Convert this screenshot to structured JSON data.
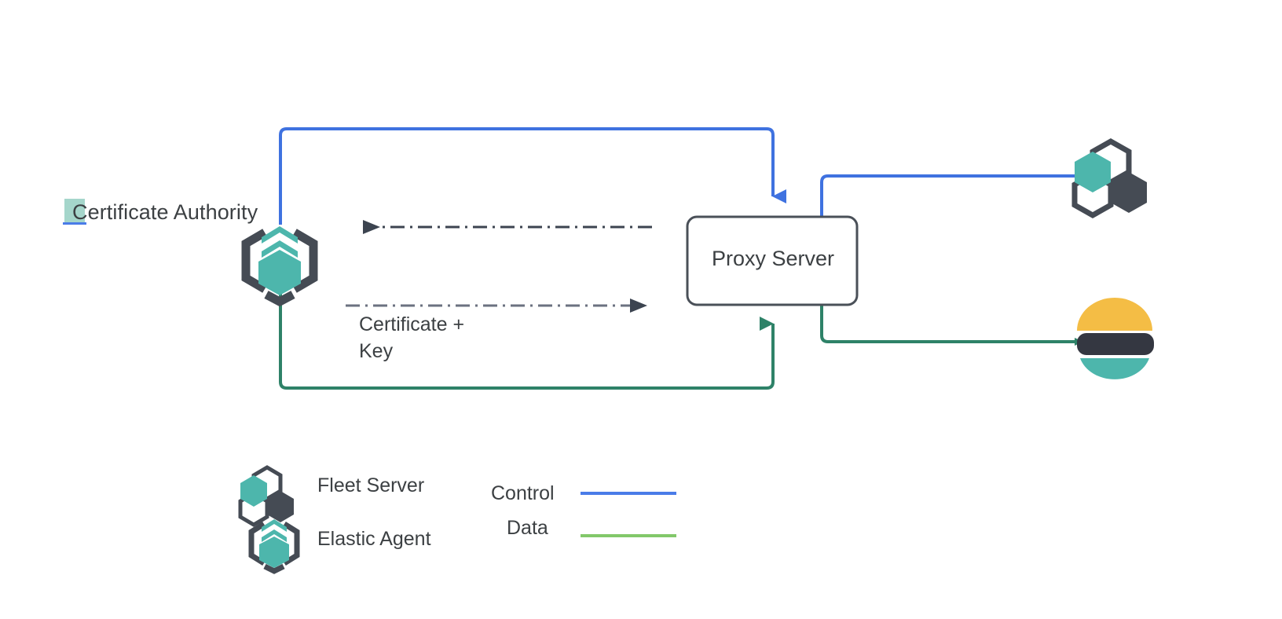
{
  "diagram": {
    "title_text": "",
    "nodes": [
      {
        "id": "certificate-authority",
        "label": "Certificate Authority",
        "icon": "elastic-agent-icon"
      },
      {
        "id": "proxy-server",
        "label": "Proxy Server",
        "icon": "box"
      },
      {
        "id": "fleet-server",
        "label": "",
        "icon": "fleet-server-icon"
      },
      {
        "id": "elasticsearch",
        "label": "",
        "icon": "elasticsearch-icon"
      }
    ],
    "edge_labels": {
      "certificate_key": "Certificate +\nKey",
      "certificate_key_line1": "Certificate +",
      "certificate_key_line2": "Key"
    }
  },
  "legend": {
    "icons": [
      {
        "name": "fleet-server-icon",
        "label": "Fleet Server"
      },
      {
        "name": "elastic-agent-icon",
        "label": "Elastic Agent"
      }
    ],
    "lines": [
      {
        "name": "control-line",
        "label": "Control",
        "color": "#4a7ce8"
      },
      {
        "name": "data-line",
        "label": "Data",
        "color": "#82c86a"
      }
    ]
  },
  "colors": {
    "control_blue": "#3f72e0",
    "data_green": "#2e8268",
    "legend_data_green": "#82c86a",
    "teal": "#4db6ac",
    "dark_slate": "#454b54",
    "elastic_yellow": "#f4bd45",
    "elastic_dark": "#343741",
    "elastic_teal": "#4db6ac",
    "text": "#3c4043",
    "dash_line": "#3c4450",
    "highlight": "#a5d6cb"
  }
}
